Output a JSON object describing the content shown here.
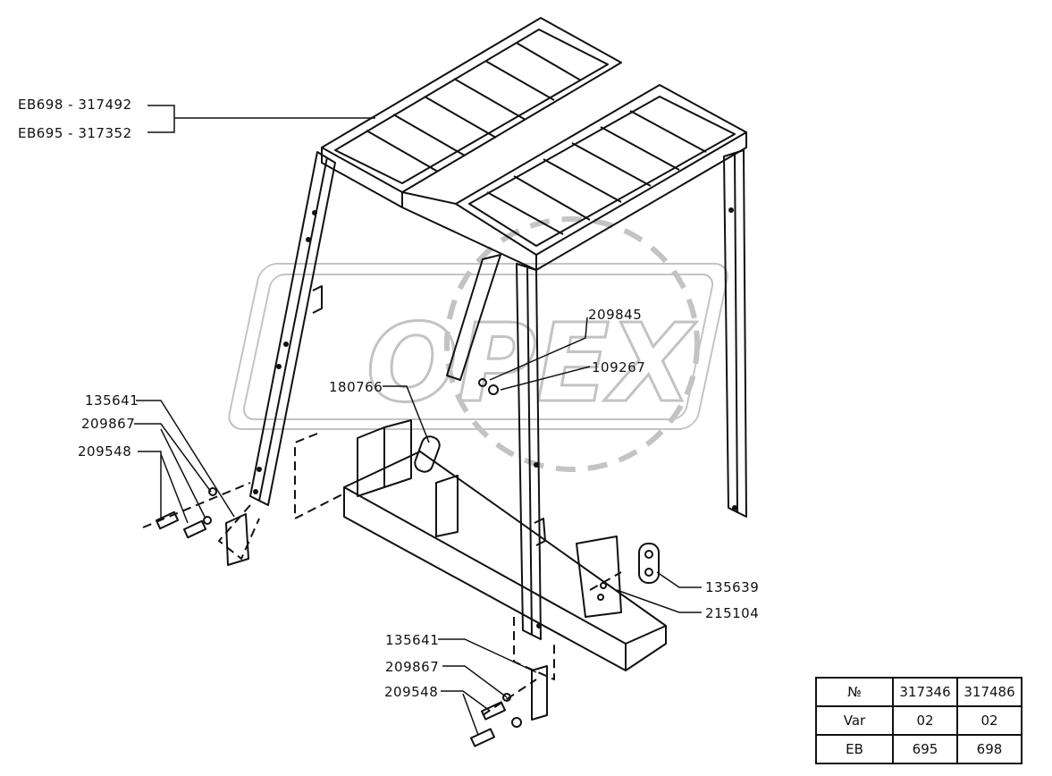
{
  "watermark": {
    "text": "OPEX"
  },
  "assembly_labels": [
    "EB698 - 317492",
    "EB695 - 317352"
  ],
  "part_labels": {
    "p209845": "209845",
    "p109267": "109267",
    "p180766": "180766",
    "p135641_left": "135641",
    "p209867_left": "209867",
    "p209548_left": "209548",
    "p135641_bottom": "135641",
    "p209867_bottom": "209867",
    "p209548_bottom": "209548",
    "p135639": "135639",
    "p215104": "215104"
  },
  "spec_table": {
    "rows": [
      [
        "№",
        "317346",
        "317486"
      ],
      [
        "Var",
        "02",
        "02"
      ],
      [
        "EB",
        "695",
        "698"
      ]
    ]
  }
}
